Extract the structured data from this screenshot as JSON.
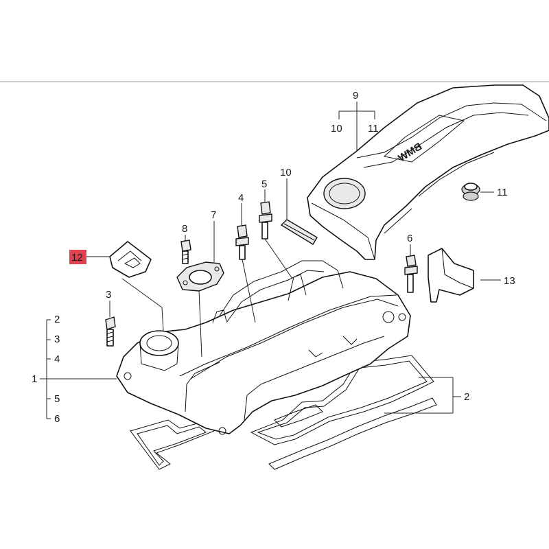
{
  "diagram": {
    "callouts": {
      "c1": "1",
      "c2_left": "2",
      "c3_left": "3",
      "c4_left": "4",
      "c5_left": "5",
      "c6_left": "6",
      "c2_right": "2",
      "c3": "3",
      "c4": "4",
      "c5": "5",
      "c6": "6",
      "c7": "7",
      "c8": "8",
      "c9": "9",
      "c10_a": "10",
      "c11_a": "11",
      "c10_b": "10",
      "c11_b": "11",
      "c12": "12",
      "c13": "13"
    },
    "cover_logo": "BMW",
    "highlight_color": "#e0434f"
  }
}
